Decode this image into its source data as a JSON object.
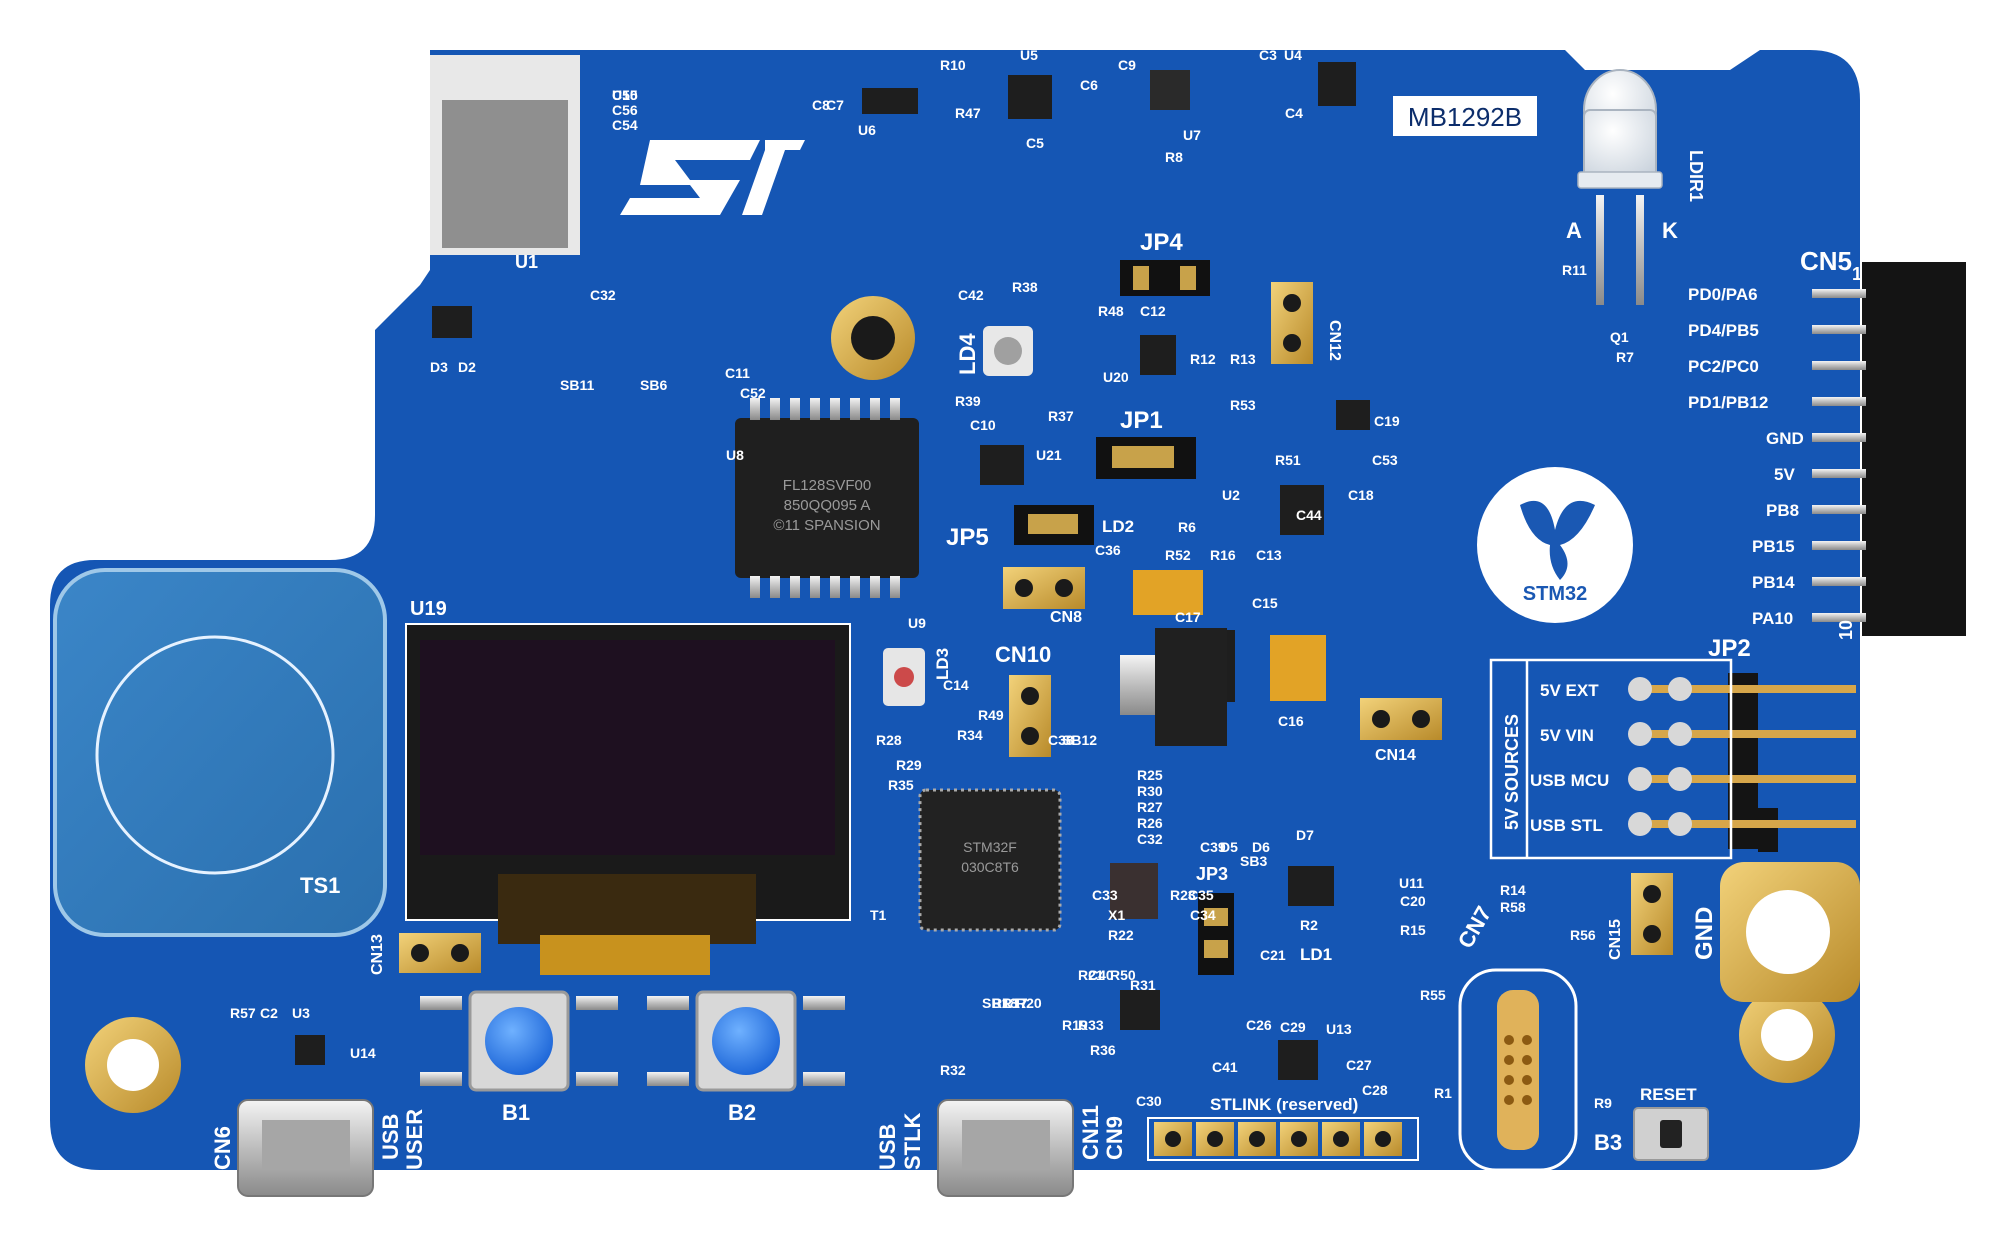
{
  "board": {
    "pcb_color": "#1556b4",
    "silk_color": "#ffffff",
    "id_label": "MB1292B",
    "brand_badge": "STM32",
    "vendor_logo": "ST logo"
  },
  "connectors": {
    "cn5": "CN5",
    "cn5_pin_first": "1",
    "cn5_pin_last": "10",
    "cn5_pins": [
      "PD0/PA6",
      "PD4/PB5",
      "PC2/PC0",
      "PD1/PB12",
      "GND",
      "5V",
      "PB8",
      "PB15",
      "PB14",
      "PA10"
    ],
    "cn6": "CN6",
    "cn6_label_usb": "USB",
    "cn6_label_user": "USER",
    "cn11": "CN11",
    "cn9": "CN9",
    "cn11_label_usb": "USB",
    "cn11_label_stlk": "STLK",
    "cn7": "CN7",
    "cn8": "CN8",
    "cn10": "CN10",
    "cn12": "CN12",
    "cn13": "CN13",
    "cn14": "CN14",
    "cn15": "CN15",
    "stlink_label": "STLINK (reserved)"
  },
  "jumpers": {
    "jp1": "JP1",
    "jp2": "JP2",
    "jp3": "JP3",
    "jp4": "JP4",
    "jp5": "JP5",
    "jp2_box_title": "5V SOURCES",
    "jp2_options": [
      "5V EXT",
      "5V VIN",
      "USB MCU",
      "USB STL"
    ]
  },
  "buttons": {
    "b1": "B1",
    "b2": "B2",
    "b3": "B3",
    "reset_label": "RESET"
  },
  "leds": {
    "ld1": "LD1",
    "ld2": "LD2",
    "ld3": "LD3",
    "ld4": "LD4",
    "ldir1": "LDIR1",
    "ir_anode": "A",
    "ir_cathode": "K"
  },
  "misc_labels": {
    "ts1": "TS1",
    "u19": "U19",
    "gnd": "GND",
    "u1": "U1"
  },
  "chip_markings": {
    "u8_line1": "FL128SVF00",
    "u8_line2": "850QQ095 A",
    "u8_line3": "©11 SPANSION",
    "u15_line1": "STM32F",
    "u15_line2": "030C8T6"
  },
  "silkscreen_refs": [
    "C55",
    "C56",
    "C54",
    "C32",
    "C8",
    "C7",
    "U6",
    "R47",
    "R10",
    "U5",
    "C6",
    "C5",
    "C9",
    "U7",
    "R8",
    "C3",
    "U4",
    "C4",
    "D3",
    "D2",
    "SB11",
    "SB6",
    "C42",
    "R38",
    "R48",
    "C12",
    "U20",
    "R12",
    "R13",
    "R39",
    "R37",
    "C11",
    "C52",
    "U8",
    "C10",
    "U21",
    "R51",
    "C53",
    "C19",
    "R53",
    "U2",
    "R6",
    "C18",
    "R52",
    "R16",
    "C13",
    "C15",
    "C17",
    "C16",
    "U9",
    "C14",
    "R49",
    "C38",
    "SB12",
    "R28",
    "R29",
    "R35",
    "R34",
    "R25",
    "R30",
    "R27",
    "R26",
    "C32",
    "R23",
    "C35",
    "C34",
    "C33",
    "X1",
    "R22",
    "R21",
    "C40",
    "R50",
    "R31",
    "T1",
    "C39",
    "D5",
    "D6",
    "D7",
    "SB3",
    "C21",
    "R2",
    "U11",
    "C20",
    "R15",
    "R14",
    "R58",
    "R56",
    "R55",
    "R1",
    "R57",
    "C2",
    "U3",
    "U14",
    "R7",
    "Q1",
    "R11",
    "C36",
    "SB1",
    "R18",
    "R17",
    "R20",
    "R19",
    "R33",
    "R36",
    "R32",
    "C41",
    "C26",
    "C29",
    "U13",
    "C27",
    "C28",
    "C30",
    "R9",
    "C44",
    "U10"
  ]
}
